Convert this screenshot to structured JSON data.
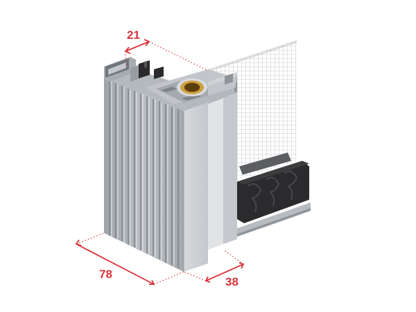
{
  "dimensions": {
    "top_width": "21",
    "front_depth": "78",
    "front_width": "38"
  },
  "colors": {
    "dimension": "#d8343b",
    "aluminium_light": "#c9cdd1",
    "aluminium_mid": "#aeb3b8",
    "aluminium_dark": "#8d9398",
    "gasket": "#2b2b2d",
    "brass": "#b8892f",
    "mesh": "#b9bdc0"
  },
  "icons": {
    "product": "aluminium-profile-section-icon",
    "mesh": "insect-screen-mesh-icon",
    "brush": "brush-seal-icon"
  }
}
